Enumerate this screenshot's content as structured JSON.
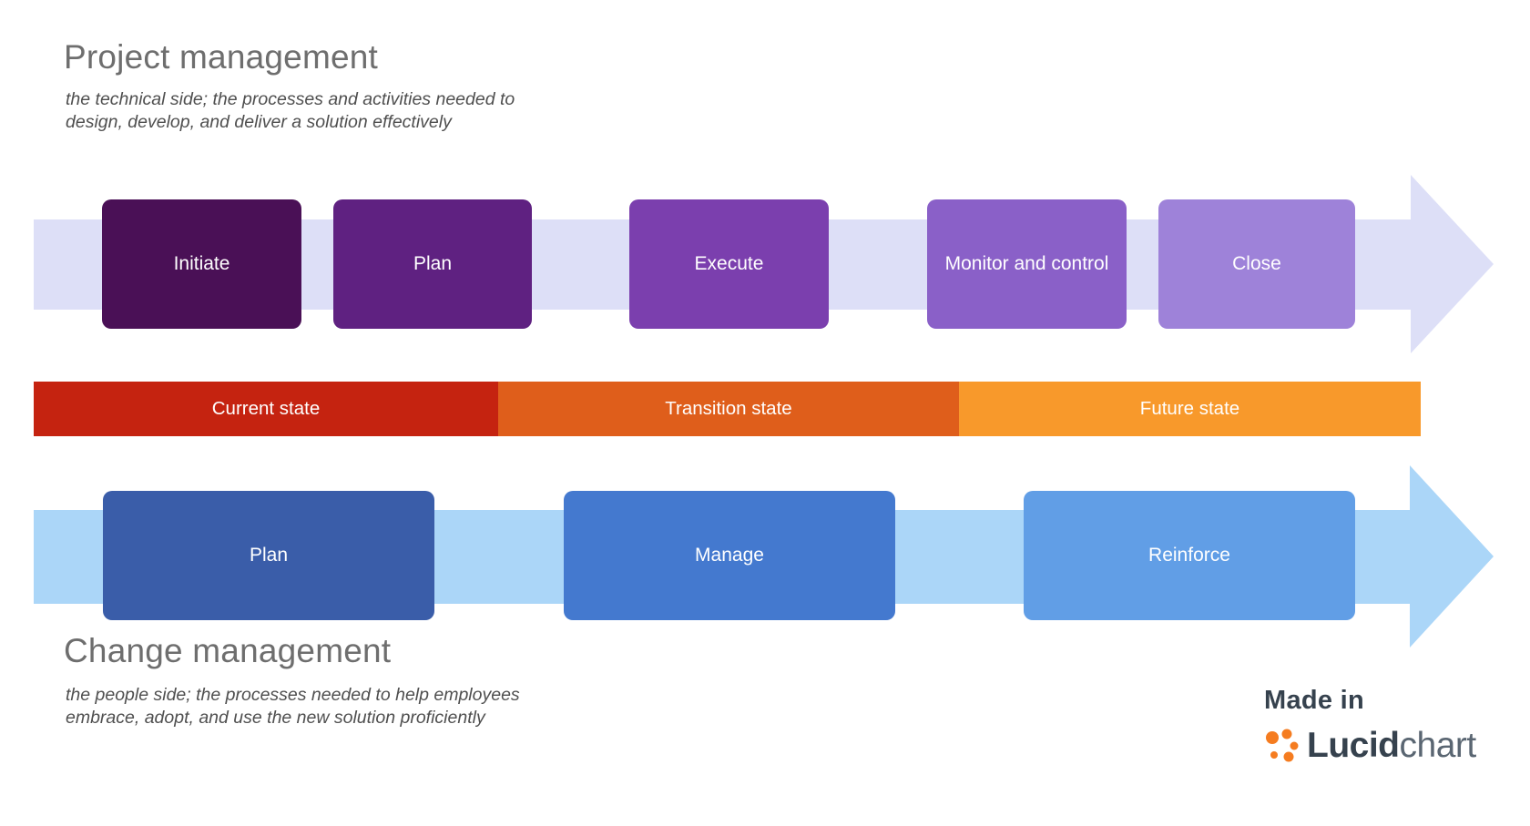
{
  "project_section": {
    "title": "Project management",
    "subtitle": [
      "the technical side; the processes and activities needed to",
      "design, develop, and deliver a solution effectively"
    ],
    "arrow_color": "#DDDFF7",
    "phases": [
      {
        "label": "Initiate",
        "color": "#4A1056"
      },
      {
        "label": "Plan",
        "color": "#5F2181"
      },
      {
        "label": "Execute",
        "color": "#7B3FAE"
      },
      {
        "label": "Monitor and control",
        "color": "#8A60C8"
      },
      {
        "label": "Close",
        "color": "#9E82D9"
      }
    ]
  },
  "state_bar": {
    "segments": [
      {
        "label": "Current state",
        "color": "#C52310"
      },
      {
        "label": "Transition state",
        "color": "#DF5E1B"
      },
      {
        "label": "Future state",
        "color": "#F8992B"
      }
    ]
  },
  "change_section": {
    "title": "Change management",
    "subtitle": [
      "the people side; the processes needed to help employees",
      "embrace, adopt, and use the new solution proficiently"
    ],
    "arrow_color": "#ABD6F8",
    "phases": [
      {
        "label": "Plan",
        "color": "#3A5DA9"
      },
      {
        "label": "Manage",
        "color": "#4479CF"
      },
      {
        "label": "Reinforce",
        "color": "#619EE6"
      }
    ]
  },
  "badge": {
    "made_in": "Made in",
    "brand_bold": "Lucid",
    "brand_light": "chart",
    "orange": "#F57C20"
  }
}
